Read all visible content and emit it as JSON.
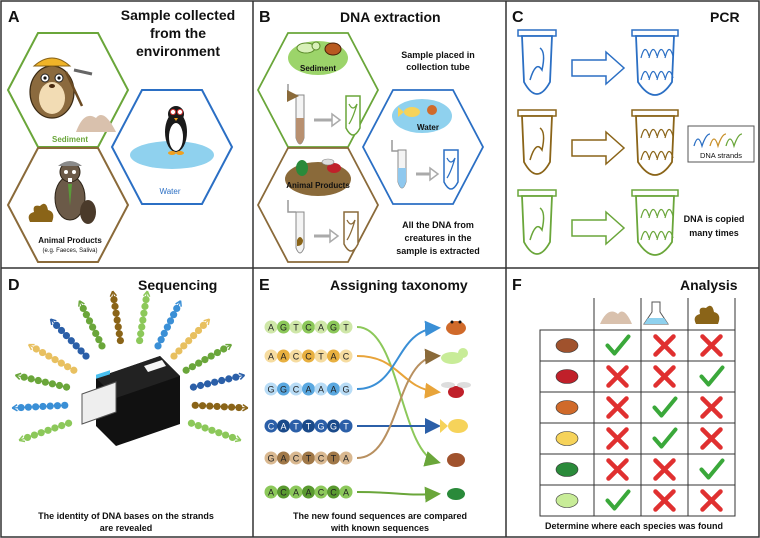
{
  "panels": {
    "A": {
      "letter": "A",
      "title_lines": [
        "Sample collected",
        "from the",
        "environment"
      ],
      "sediment": "Sediment",
      "water": "Water",
      "animal_line1": "Animal Products",
      "animal_line2": "(e.g. Faeces, Saliva)"
    },
    "B": {
      "letter": "B",
      "title": "DNA extraction",
      "sediment": "Sediment",
      "water": "Water",
      "animal": "Animal Products",
      "note1_lines": [
        "Sample placed in",
        "collection tube"
      ],
      "note2_lines": [
        "All the DNA from",
        "creatures in the",
        "sample is extracted"
      ]
    },
    "C": {
      "letter": "C",
      "title": "PCR",
      "legend": "DNA strands",
      "note_lines": [
        "DNA is copied",
        "many times"
      ]
    },
    "D": {
      "letter": "D",
      "title": "Sequencing",
      "caption_lines": [
        "The identity of DNA bases on the strands",
        "are revealed"
      ]
    },
    "E": {
      "letter": "E",
      "title": "Assigning taxonomy",
      "sequences": [
        "AGTCAGT",
        "AACCTAC",
        "GGCAAAG",
        "CATTGGT",
        "GACTCTA",
        "ACAACCA"
      ],
      "caption_lines": [
        "The new found sequences are compared",
        "with known sequences"
      ]
    },
    "F": {
      "letter": "F",
      "title": "Analysis",
      "caption": "Determine where each species was found",
      "rows": [
        [
          "yes",
          "no",
          "no"
        ],
        [
          "no",
          "no",
          "yes"
        ],
        [
          "no",
          "yes",
          "no"
        ],
        [
          "no",
          "yes",
          "no"
        ],
        [
          "no",
          "no",
          "yes"
        ],
        [
          "yes",
          "no",
          "no"
        ]
      ]
    }
  }
}
